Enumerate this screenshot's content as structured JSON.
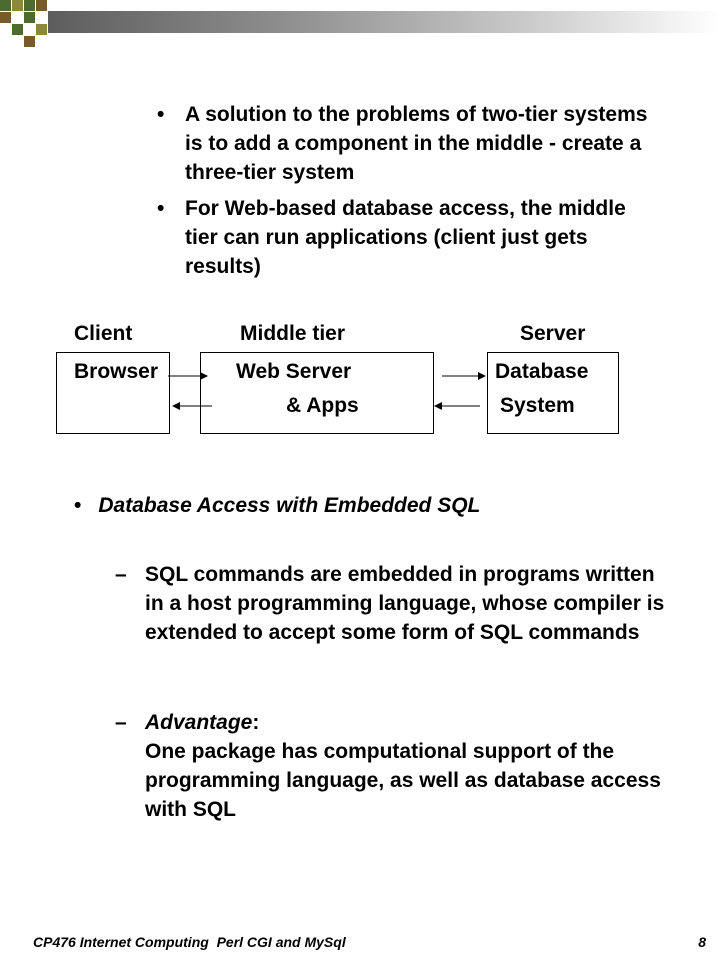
{
  "bullets": [
    {
      "marker": "•",
      "text": "A solution to the problems of two-tier systems is to add a component in the middle - create a three-tier system"
    },
    {
      "marker": "•",
      "text": "For Web-based database access, the middle tier can run applications (client just gets results)"
    }
  ],
  "diagram": {
    "client_header": "Client",
    "middle_header": "Middle tier",
    "server_header": "Server",
    "browser_label": "Browser",
    "webserver_label_line1": "Web Server",
    "webserver_label_line2": "& Apps",
    "database_label_line1": "Database",
    "database_label_line2": "System"
  },
  "section": {
    "marker": "•",
    "title": "Database Access with Embedded SQL"
  },
  "subpoints": [
    {
      "marker": "–",
      "text": "SQL commands are embedded in programs written in a host programming language, whose compiler is extended to accept some form of SQL commands"
    },
    {
      "marker": "–",
      "label": "Advantage",
      "label_suffix": ":",
      "text": "One package has computational support of the programming language, as well as database access with SQL"
    }
  ],
  "footer": {
    "course": "CP476 Internet Computing  Perl CGI and MySql",
    "page_number": "8"
  },
  "colors": {
    "deco_green": "#4d6b2e",
    "deco_olive": "#8a8a3a",
    "deco_brown": "#7a5a2a"
  }
}
